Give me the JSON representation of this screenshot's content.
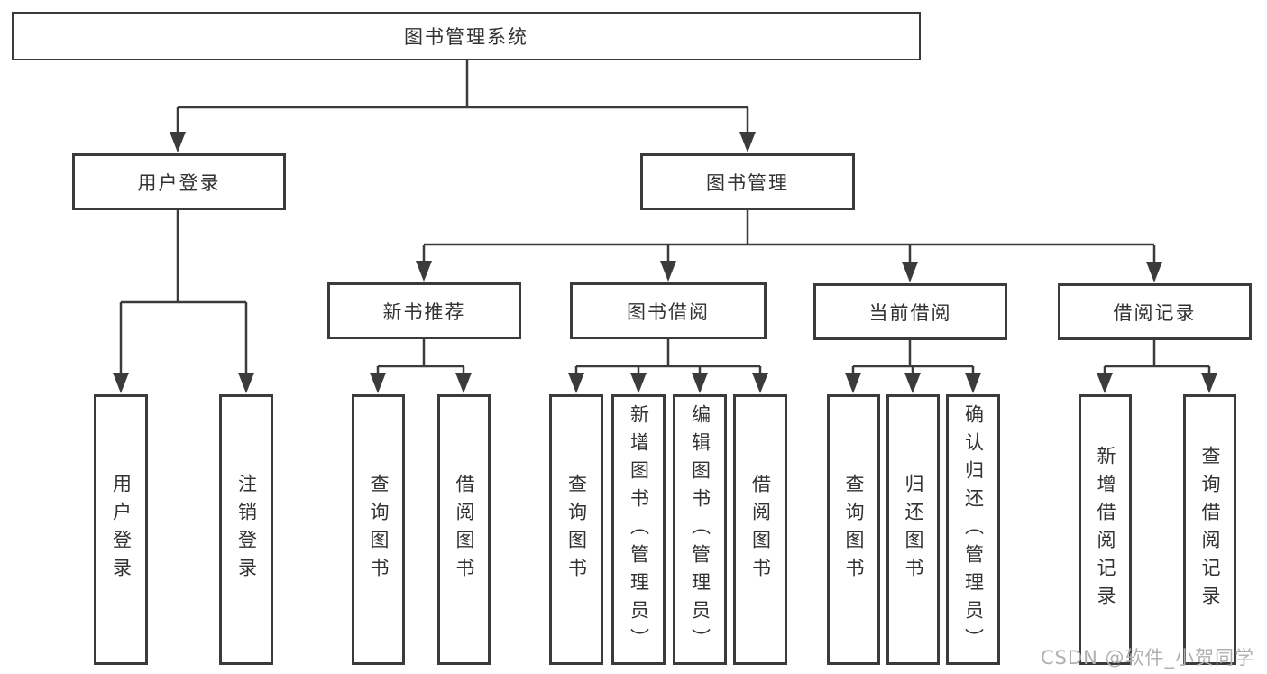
{
  "diagram_type": "hierarchy-tree",
  "tree": {
    "label": "图书管理系统",
    "children": [
      {
        "label": "用户登录",
        "children": [
          {
            "label": "用户登录"
          },
          {
            "label": "注销登录"
          }
        ]
      },
      {
        "label": "图书管理",
        "children": [
          {
            "label": "新书推荐",
            "children": [
              {
                "label": "查询图书"
              },
              {
                "label": "借阅图书"
              }
            ]
          },
          {
            "label": "图书借阅",
            "children": [
              {
                "label": "查询图书"
              },
              {
                "label": "新增图书（管理员）"
              },
              {
                "label": "编辑图书（管理员）"
              },
              {
                "label": "借阅图书"
              }
            ]
          },
          {
            "label": "当前借阅",
            "children": [
              {
                "label": "查询图书"
              },
              {
                "label": "归还图书"
              },
              {
                "label": "确认归还（管理员）"
              }
            ]
          },
          {
            "label": "借阅记录",
            "children": [
              {
                "label": "新增借阅记录"
              },
              {
                "label": "查询借阅记录"
              }
            ]
          }
        ]
      }
    ]
  },
  "watermark": {
    "text": "CSDN @软件_小贺同学"
  },
  "colors": {
    "line": "#3b3b3b",
    "text": "#323232",
    "watermark": "#b0b0b0",
    "background": "#ffffff"
  }
}
